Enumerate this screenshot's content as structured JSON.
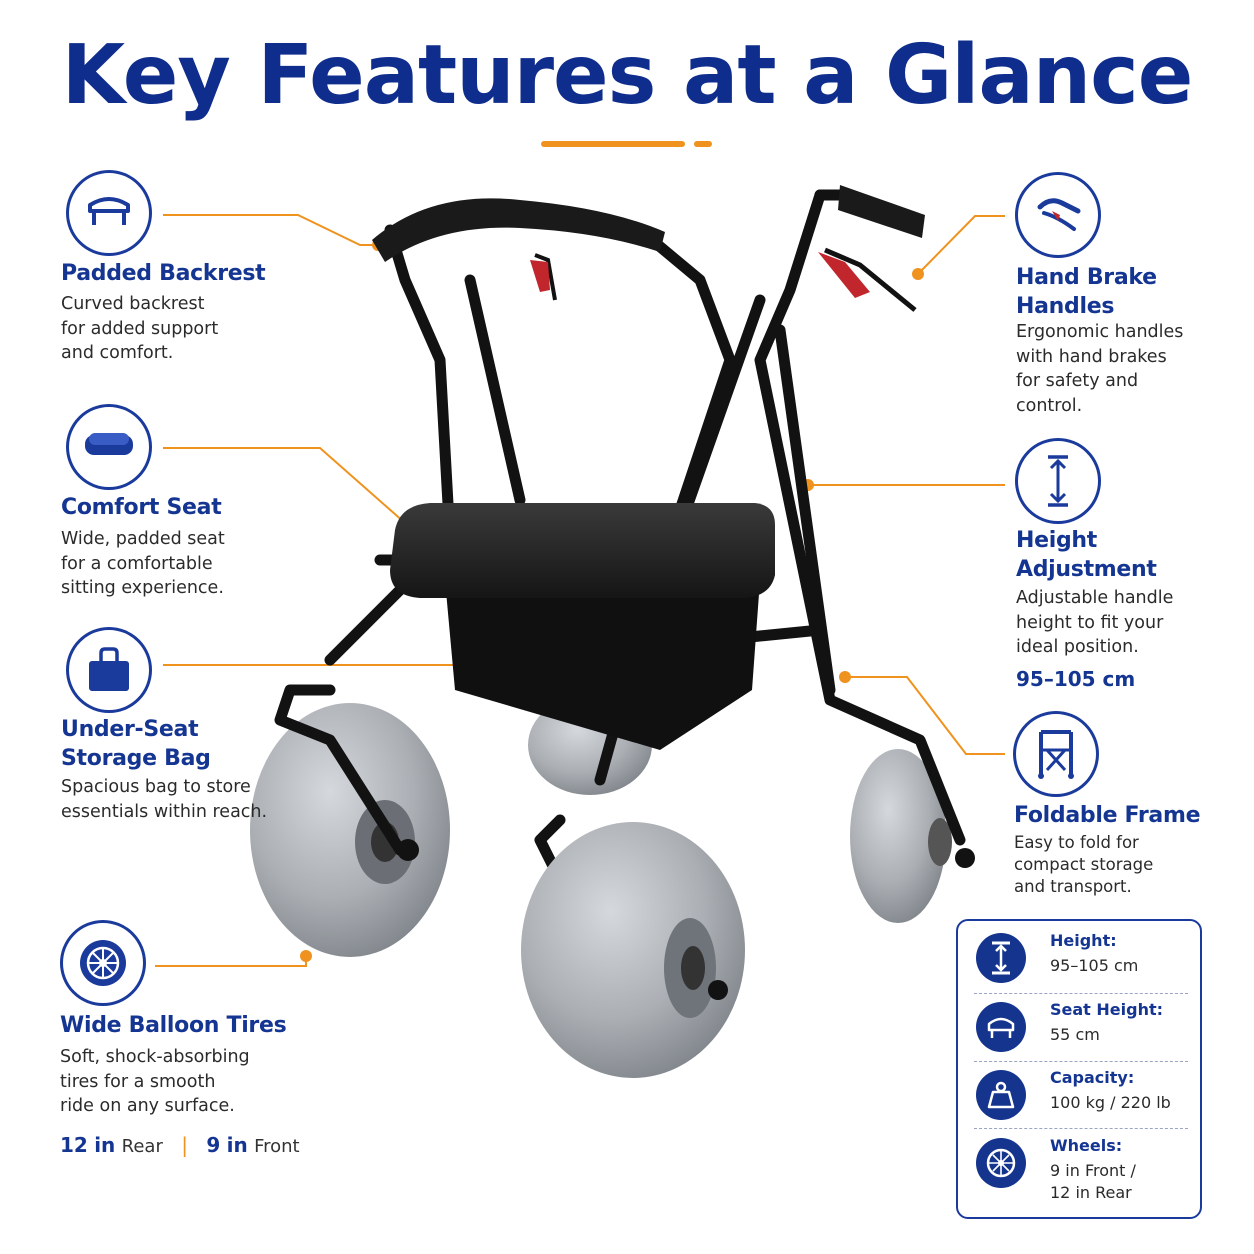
{
  "header": {
    "title": "Key Features at a Glance"
  },
  "features": {
    "backrest": {
      "icon": "padded-backrest-icon",
      "title": "Padded Backrest",
      "desc": [
        "Curved backrest",
        "for added support",
        "and comfort."
      ]
    },
    "seat": {
      "icon": "comfort-seat-icon",
      "title": "Comfort Seat",
      "desc": [
        "Wide, padded seat",
        "for a comfortable",
        "sitting experience."
      ]
    },
    "storage": {
      "icon": "storage-bag-icon",
      "title": [
        "Under-Seat",
        "Storage Bag"
      ],
      "desc": [
        "Spacious bag to store",
        "essentials within reach."
      ]
    },
    "tires": {
      "icon": "tire-icon",
      "title": "Wide Balloon Tires",
      "desc": [
        "Soft, shock-absorbing",
        "tires for a smooth",
        "ride on any surface."
      ],
      "rear_num": "12",
      "rear_unit": "in",
      "rear_label": "Rear",
      "sep": "|",
      "front_num": "9",
      "front_unit": "in",
      "front_label": "Front"
    },
    "brakes": {
      "icon": "hand-brake-icon",
      "title": [
        "Hand Brake",
        "Handles"
      ],
      "desc": [
        "Ergonomic handles",
        "with hand brakes",
        "for safety and",
        "control."
      ]
    },
    "height": {
      "icon": "height-adjust-icon",
      "title": [
        "Height",
        "Adjustment"
      ],
      "desc": [
        "Adjustable handle",
        "height to fit your",
        "ideal position."
      ],
      "range": "95–105 cm"
    },
    "fold": {
      "icon": "foldable-frame-icon",
      "title": "Foldable Frame",
      "desc": [
        "Easy to fold for",
        "compact storage",
        "and transport."
      ]
    }
  },
  "specs": [
    {
      "icon": "height-icon",
      "label": "Height:",
      "value": [
        "95–105 cm"
      ]
    },
    {
      "icon": "seat-height-icon",
      "label": "Seat Height:",
      "value": [
        "55 cm"
      ]
    },
    {
      "icon": "weight-capacity-icon",
      "label": "Capacity:",
      "value": [
        "100 kg / 220 lb"
      ]
    },
    {
      "icon": "wheel-icon",
      "label": "Wheels:",
      "value": [
        "9 in Front /",
        "12 in Rear"
      ]
    }
  ],
  "colors": {
    "brand_blue": "#143591",
    "accent_orange": "#f0921e",
    "tire_gray": "#a9adb2",
    "frame_black": "#121212"
  }
}
